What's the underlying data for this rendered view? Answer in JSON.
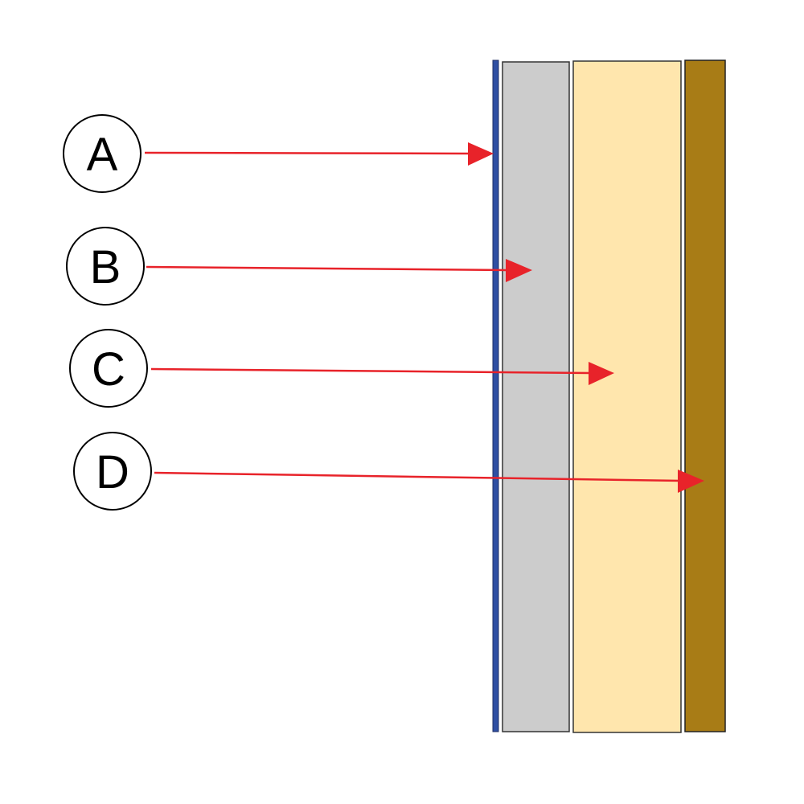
{
  "colors": {
    "background": "#ffffff",
    "layer_a": "#2f4fa3",
    "layer_b": "#cccccc",
    "layer_c": "#ffe6ad",
    "layer_d": "#a87c16",
    "arrow": "#e8232a",
    "callout_stroke": "#000000"
  },
  "callouts": [
    {
      "id": "a",
      "letter": "A"
    },
    {
      "id": "b",
      "letter": "B"
    },
    {
      "id": "c",
      "letter": "C"
    },
    {
      "id": "d",
      "letter": "D"
    }
  ]
}
